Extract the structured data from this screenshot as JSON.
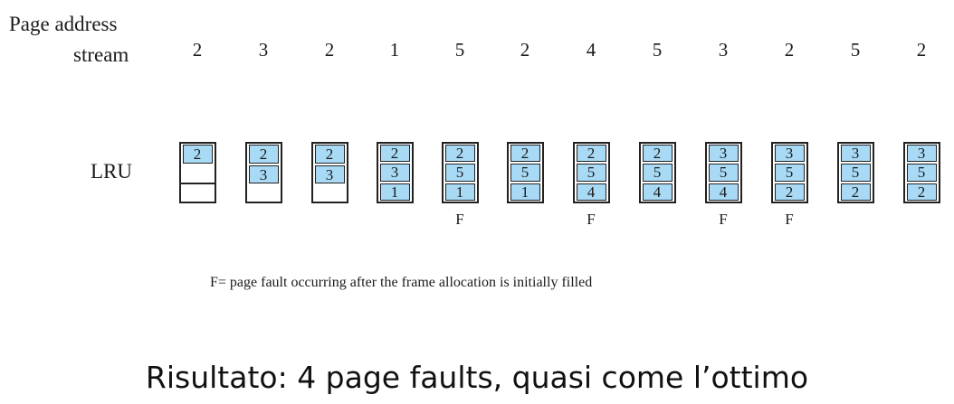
{
  "stream_label_line1": "Page address",
  "stream_label_line2": "stream",
  "stream": [
    "2",
    "3",
    "2",
    "1",
    "5",
    "2",
    "4",
    "5",
    "3",
    "2",
    "5",
    "2"
  ],
  "policy_label": "LRU",
  "frames": [
    [
      "2",
      "",
      ""
    ],
    [
      "2",
      "3",
      ""
    ],
    [
      "2",
      "3",
      ""
    ],
    [
      "2",
      "3",
      "1"
    ],
    [
      "2",
      "5",
      "1"
    ],
    [
      "2",
      "5",
      "1"
    ],
    [
      "2",
      "5",
      "4"
    ],
    [
      "2",
      "5",
      "4"
    ],
    [
      "3",
      "5",
      "4"
    ],
    [
      "3",
      "5",
      "2"
    ],
    [
      "3",
      "5",
      "2"
    ],
    [
      "3",
      "5",
      "2"
    ]
  ],
  "faults": [
    "",
    "",
    "",
    "",
    "F",
    "",
    "F",
    "",
    "F",
    "F",
    "",
    ""
  ],
  "footnote": "F= page fault occurring after the frame allocation is initially filled",
  "result": "Risultato: 4 page faults, quasi come l’ottimo",
  "colors": {
    "filled_cell": "#a8daf5",
    "border": "#222222"
  }
}
